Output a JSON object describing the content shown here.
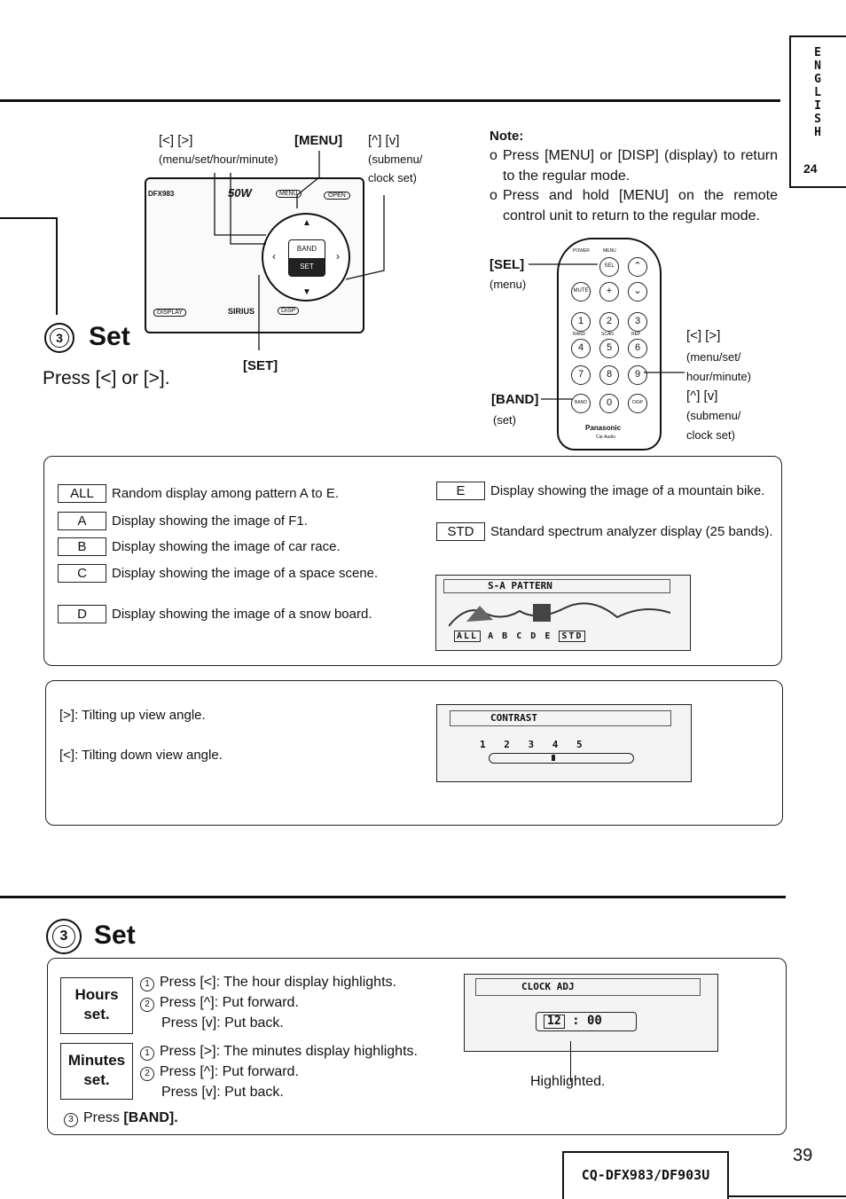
{
  "side_tab": {
    "letters": [
      "E",
      "N",
      "G",
      "L",
      "I",
      "S",
      "H"
    ],
    "number": "24"
  },
  "left_section": {
    "left_arrows": "[<] [>]",
    "left_arrows_sub": "(menu/set/hour/minute)",
    "menu_label": "[MENU]",
    "updown_label": "[^] [v]",
    "updown_sub": "(submenu/",
    "updown_sub2": "clock set)",
    "set_label": "[SET]",
    "step_num": "3",
    "step_title": "Set",
    "step_instruction": "Press [<] or [>]."
  },
  "head_unit": {
    "model_text": "DFX983",
    "brand_text": "50W",
    "menu_btn": "MENU",
    "open_btn": "OPEN",
    "display_btn": "DISPLAY",
    "disp_btn": "DISP",
    "center_top": "BAND",
    "center_bottom": "SET",
    "sirius": "SIRIUS"
  },
  "note": {
    "title": "Note:",
    "items": [
      "Press [MENU] or [DISP] (display) to return to the regular mode.",
      "Press and hold [MENU] on the remote control unit to return to the regular mode."
    ]
  },
  "remote": {
    "sel_label": "[SEL]",
    "sel_sub": "(menu)",
    "band_label": "[BAND]",
    "band_sub": "(set)",
    "right_arrows": "[<] [>]",
    "right_arrows_sub1": "(menu/set/",
    "right_arrows_sub2": "hour/minute)",
    "right_updown": "[^] [v]",
    "right_updown_sub1": "(submenu/",
    "right_updown_sub2": "clock set)",
    "top_labels": [
      "POWER",
      "MENU"
    ],
    "buttons_row1": [
      "SEL"
    ],
    "buttons_row2": [
      "MUTE"
    ],
    "numbers": [
      "1",
      "2",
      "3",
      "4",
      "5",
      "6",
      "7",
      "8",
      "9",
      "0"
    ],
    "band_btn": "BAND",
    "disp_btn": "DISP",
    "row_labels": [
      "RAND",
      "SCAN",
      "REP"
    ],
    "brand": "Panasonic",
    "brand_sub": "Car Audio"
  },
  "pattern_panel": {
    "items_left": [
      {
        "tag": "ALL",
        "text": "Random display among pattern A to E."
      },
      {
        "tag": "A",
        "text": "Display showing the image of F1."
      },
      {
        "tag": "B",
        "text": "Display showing the image of car race."
      },
      {
        "tag": "C",
        "text": "Display showing the image of a space scene."
      },
      {
        "tag": "D",
        "text": "Display showing the image of a snow board."
      }
    ],
    "items_right": [
      {
        "tag": "E",
        "text": "Display showing the image of a mountain bike."
      },
      {
        "tag": "STD",
        "text": "Standard spectrum analyzer display (25 bands)."
      }
    ],
    "lcd_title": "S-A PATTERN",
    "lcd_options": [
      "ALL",
      "A",
      "B",
      "C",
      "D",
      "E",
      "STD"
    ]
  },
  "angle_panel": {
    "line1": "[>]: Tilting up view angle.",
    "line2": "[<]: Tilting down view angle.",
    "lcd_title": "CONTRAST",
    "scale": [
      "1",
      "2",
      "3",
      "4",
      "5"
    ]
  },
  "set_section": {
    "step_num": "3",
    "title": "Set",
    "hours_label": "Hours set.",
    "hours_steps": [
      {
        "num": "1",
        "text": "Press [<]: The hour display highlights."
      },
      {
        "num": "2",
        "text": "Press [^]: Put forward."
      },
      {
        "num": "",
        "text": "Press [v]: Put back."
      }
    ],
    "minutes_label": "Minutes set.",
    "minutes_steps": [
      {
        "num": "1",
        "text": "Press [>]: The minutes display highlights."
      },
      {
        "num": "2",
        "text": "Press [^]: Put forward."
      },
      {
        "num": "",
        "text": "Press [v]: Put back."
      }
    ],
    "final_num": "3",
    "final_text": "Press",
    "final_bold": "[BAND].",
    "lcd_title": "CLOCK ADJ",
    "lcd_hours": "12",
    "lcd_minutes": "00",
    "highlighted": "Highlighted."
  },
  "footer": {
    "model": "CQ-DFX983/DF903U",
    "page": "39"
  }
}
